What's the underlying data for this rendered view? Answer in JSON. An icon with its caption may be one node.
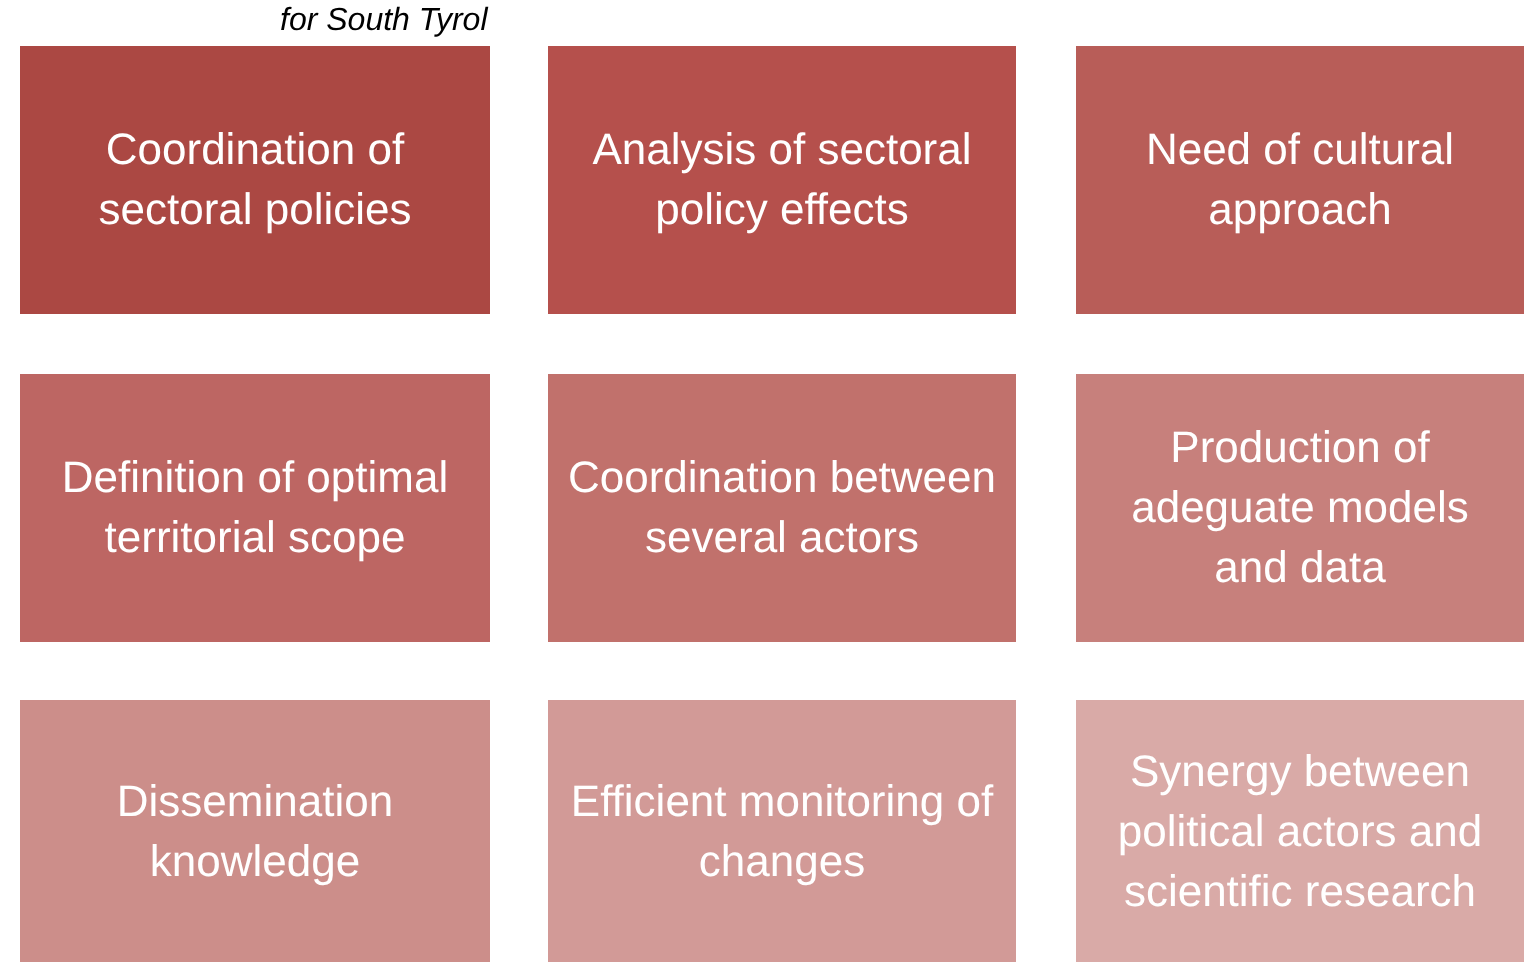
{
  "diagram": {
    "title": "for South Tyrol",
    "nodes": [
      {
        "text": [
          "Coordination of sectoral policies"
        ]
      },
      {
        "text": [
          "Analysis of sectoral policy effects"
        ]
      },
      {
        "text": [
          "Need of cultural approach"
        ]
      },
      {
        "text": [
          "Definition of optimal territorial scope"
        ]
      },
      {
        "text": [
          "Coordination between several actors"
        ]
      },
      {
        "text": [
          "Production of adeguate models and data"
        ]
      },
      {
        "text": [
          "Dissemination knowledge"
        ]
      },
      {
        "text": [
          "Efficient monitoring of changes"
        ]
      },
      {
        "text": [
          "Synergy between political actors and scientific research"
        ]
      }
    ]
  }
}
